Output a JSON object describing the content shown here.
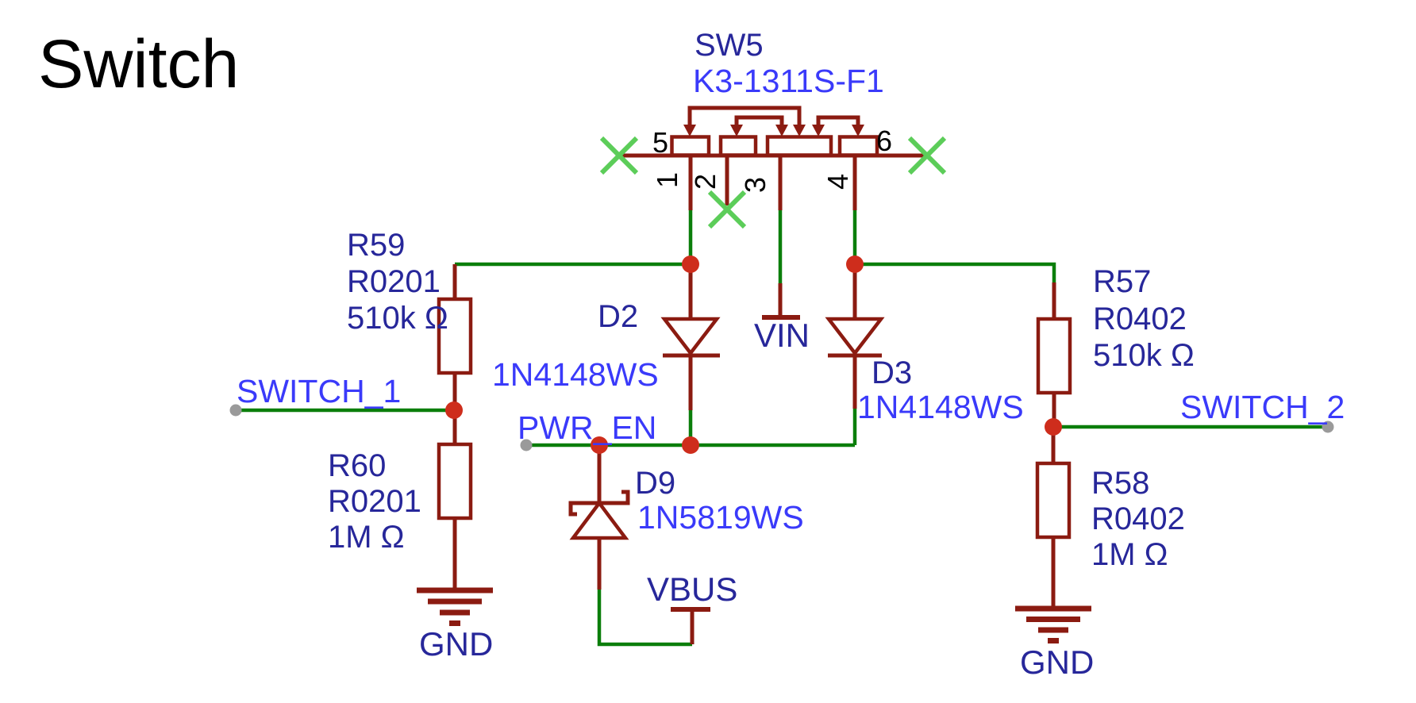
{
  "title": "Switch",
  "colors": {
    "wire": "#0B7E0B",
    "symbol": "#8B1B11",
    "junction": "#CE2D1C",
    "no_connect": "#5CCD59",
    "open_pin": "#9A9A9A",
    "refdes_text": "#27279A",
    "net_text": "#3A3AFA",
    "title_text": "#000000"
  },
  "components": {
    "sw5": {
      "refdes": "SW5",
      "value": "K3-1311S-F1",
      "pins": {
        "p1": "1",
        "p2": "2",
        "p3": "3",
        "p4": "4",
        "p5": "5",
        "p6": "6"
      }
    },
    "r59": {
      "refdes": "R59",
      "package": "R0201",
      "value": "510k Ω"
    },
    "r60": {
      "refdes": "R60",
      "package": "R0201",
      "value": "1M Ω"
    },
    "r57": {
      "refdes": "R57",
      "package": "R0402",
      "value": "510k Ω"
    },
    "r58": {
      "refdes": "R58",
      "package": "R0402",
      "value": "1M Ω"
    },
    "d2": {
      "refdes": "D2",
      "value": "1N4148WS"
    },
    "d3": {
      "refdes": "D3",
      "value": "1N4148WS"
    },
    "d9": {
      "refdes": "D9",
      "value": "1N5819WS"
    }
  },
  "nets": {
    "switch_1": "SWITCH_1",
    "switch_2": "SWITCH_2",
    "pwr_en": "PWR_EN"
  },
  "power": {
    "vin": "VIN",
    "vbus": "VBUS",
    "gnd": "GND"
  }
}
